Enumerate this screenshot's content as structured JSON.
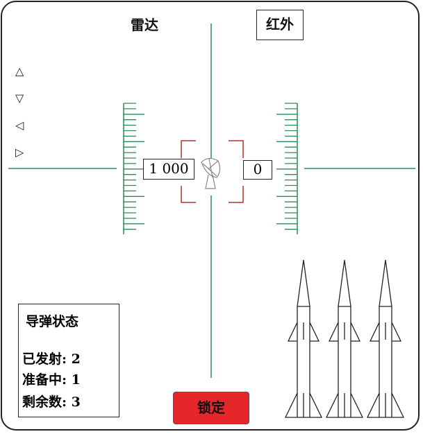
{
  "header": {
    "radar_label": "雷达",
    "infrared_label": "红外"
  },
  "direction_buttons": [
    {
      "icon": "triangle-up-icon",
      "glyph": "△"
    },
    {
      "icon": "triangle-down-icon",
      "glyph": "▽"
    },
    {
      "icon": "triangle-left-icon",
      "glyph": "◁"
    },
    {
      "icon": "triangle-right-icon",
      "glyph": "▷"
    }
  ],
  "readouts": {
    "left_value": "1 000",
    "right_value": "0"
  },
  "missile_status": {
    "title": "导弹状态",
    "fired": "已发射: 2",
    "ready": "准备中: 1",
    "remaining": "剩余数: 3"
  },
  "lock_button": {
    "label": "锁定"
  },
  "colors": {
    "reticle": "#2e8b57",
    "bracket": "#b03030",
    "lock": "#e5262a"
  },
  "missile_count_shown": 3
}
